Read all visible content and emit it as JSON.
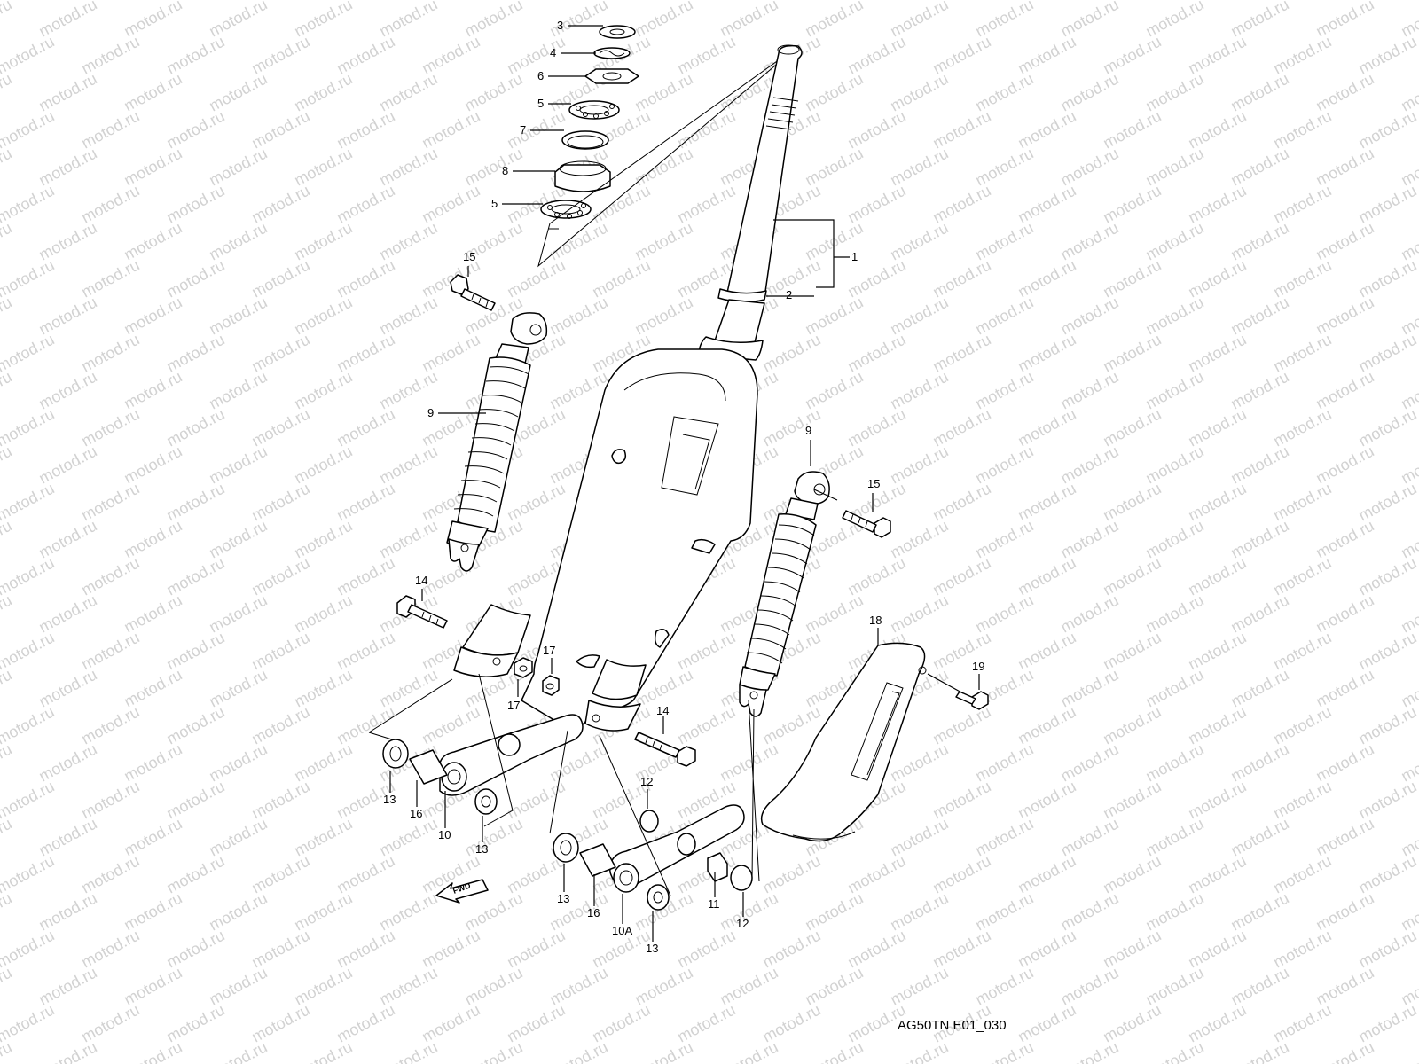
{
  "watermark": "motod.ru",
  "diagram_code": "AG50TN E01_030",
  "callouts": {
    "c1": "1",
    "c2": "2",
    "c3": "3",
    "c4": "4",
    "c5a": "5",
    "c5b": "5",
    "c6": "6",
    "c7": "7",
    "c8": "8",
    "c9l": "9",
    "c9r": "9",
    "c10": "10",
    "c10a": "10A",
    "c11": "11",
    "c12a": "12",
    "c12b": "12",
    "c13a": "13",
    "c13b": "13",
    "c13c": "13",
    "c13d": "13",
    "c14a": "14",
    "c14b": "14",
    "c15a": "15",
    "c15b": "15",
    "c16a": "16",
    "c16b": "16",
    "c17a": "17",
    "c17b": "17",
    "c18": "18",
    "c19": "19"
  },
  "fwd_label": "FWD"
}
